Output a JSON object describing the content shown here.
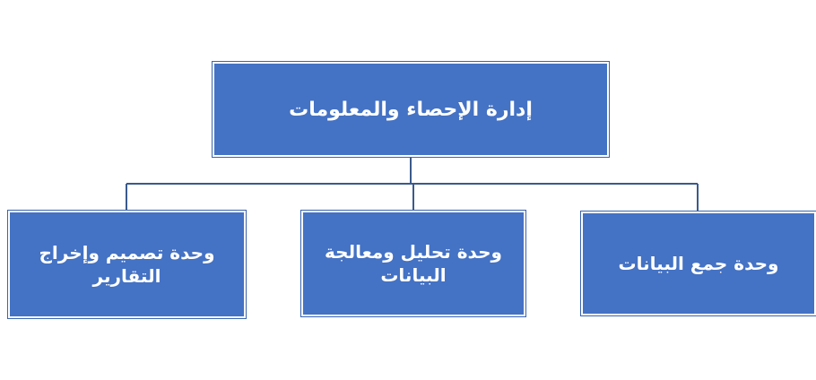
{
  "diagram": {
    "root": {
      "label": "إدارة الإحصاء والمعلومات"
    },
    "children": [
      {
        "label": "وحدة جمع البيانات"
      },
      {
        "label": "وحدة تحليل ومعالجة البيانات"
      },
      {
        "label": "وحدة تصميم وإخراج التقارير"
      }
    ]
  },
  "colors": {
    "box_fill": "#4472c4",
    "box_text": "#ffffff",
    "connector": "#3a5a8c"
  }
}
